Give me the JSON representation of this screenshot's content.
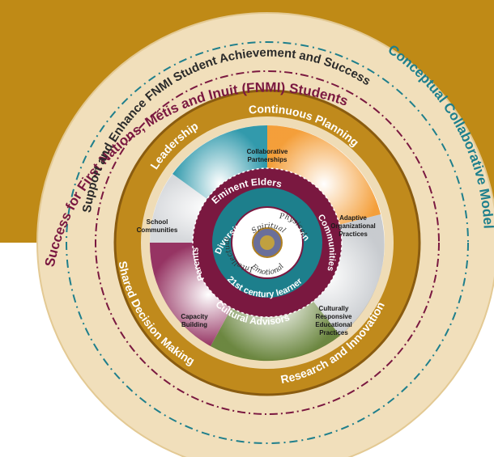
{
  "outer_ring": {
    "text_left": "Success for First Nations, Métis and Inuit (FNMI) Students",
    "text_right": "Conceptual Collaborative Model"
  },
  "second_ring": {
    "text": "Support and Enhance FNMI Student Achievement and Success"
  },
  "band_ring": {
    "leadership": "Leadership",
    "continuous_planning": "Continuous Planning",
    "research_innovation": "Research and Innovation",
    "shared_decision": "Shared Decision Making"
  },
  "segments": {
    "collaborative": [
      "Collaborative",
      "Partnerships"
    ],
    "adaptive": [
      "Adaptive",
      "Organizational",
      "Practices"
    ],
    "culturally": [
      "Culturally",
      "Responsive",
      "Educational",
      "Practices"
    ],
    "capacity": [
      "Capacity",
      "Building"
    ],
    "school": [
      "School",
      "Communities"
    ]
  },
  "inner_ring": {
    "top": "Eminent Elders",
    "right": "Communities",
    "bottom": "Cultural Advisors",
    "left": "Parents"
  },
  "teal_ring": {
    "top": "Diversity of FNMI Students",
    "bottom": "21st century learner"
  },
  "core": {
    "spiritual": "Spiritual",
    "physical": "Physical",
    "emotional": "Emotional",
    "intellectual": "Intellectual"
  },
  "colors": {
    "background_gold": "#bf8a16",
    "maroon": "#7a1840",
    "teal": "#1d7f8c",
    "gold_band": "#c08a1c",
    "cream": "#efdcb6"
  }
}
